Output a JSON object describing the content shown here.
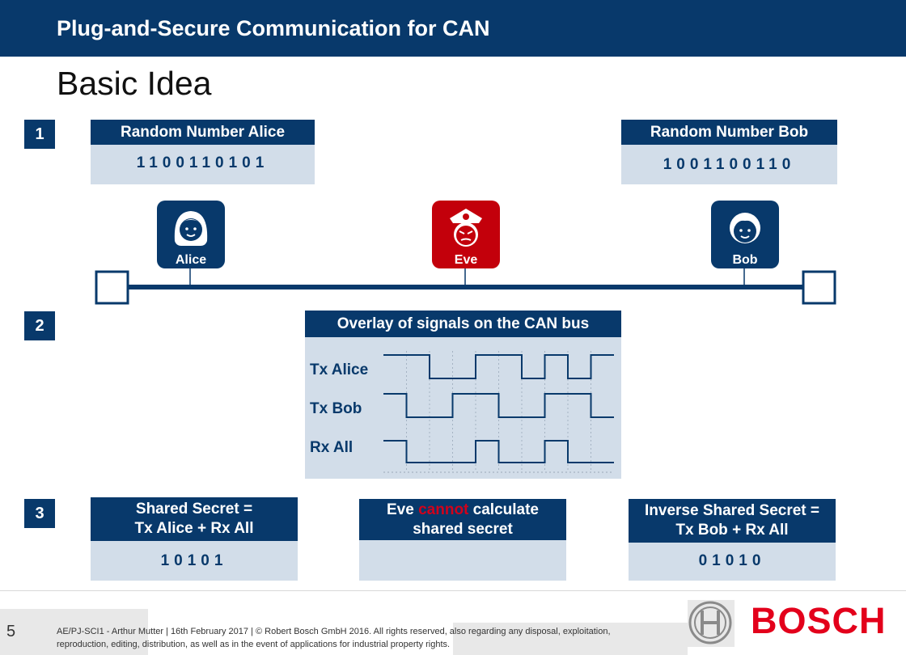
{
  "header": {
    "title": "Plug-and-Secure Communication for CAN"
  },
  "slide": {
    "title": "Basic Idea"
  },
  "steps": [
    "1",
    "2",
    "3"
  ],
  "step1": {
    "alice": {
      "heading": "Random Number Alice",
      "bits": "1100110101"
    },
    "bob": {
      "heading": "Random Number Bob",
      "bits": "1001100110"
    }
  },
  "actors": {
    "alice": "Alice",
    "eve": "Eve",
    "bob": "Bob"
  },
  "step2": {
    "heading": "Overlay of signals on the CAN bus",
    "signals": [
      {
        "label": "Tx Alice",
        "bits": [
          1,
          1,
          0,
          0,
          1,
          1,
          0,
          1,
          0,
          1
        ]
      },
      {
        "label": "Tx Bob",
        "bits": [
          1,
          0,
          0,
          1,
          1,
          0,
          0,
          1,
          1,
          0
        ]
      },
      {
        "label": "Rx All",
        "bits": [
          1,
          0,
          0,
          0,
          1,
          0,
          0,
          1,
          0,
          0
        ]
      }
    ]
  },
  "step3": {
    "alice": {
      "line1": "Shared Secret =",
      "line2": "Tx Alice + Rx All",
      "bits": "10101"
    },
    "eve": {
      "prefix": "Eve ",
      "cannot": "cannot",
      "suffix": " calculate",
      "line2": "shared secret"
    },
    "bob": {
      "line1": "Inverse Shared Secret =",
      "line2": "Tx Bob + Rx All",
      "bits": "01010"
    }
  },
  "colors": {
    "brand_blue": "#08396b",
    "light_blue": "#d2dde9",
    "eve_red": "#c3000b",
    "bosch_red": "#e3001b"
  },
  "icons": {
    "alice": "woman-face-icon",
    "eve": "attacker-face-icon",
    "bob": "man-face-icon",
    "logo": "bosch-armature-logo"
  },
  "footer": {
    "page": "5",
    "text": "AE/PJ-SCI1 - Arthur Mutter | 16th February 2017 | © Robert Bosch GmbH 2016. All rights reserved, also regarding any disposal, exploitation, reproduction, editing, distribution, as well as in the event of applications for industrial property rights.",
    "brand": "BOSCH"
  }
}
